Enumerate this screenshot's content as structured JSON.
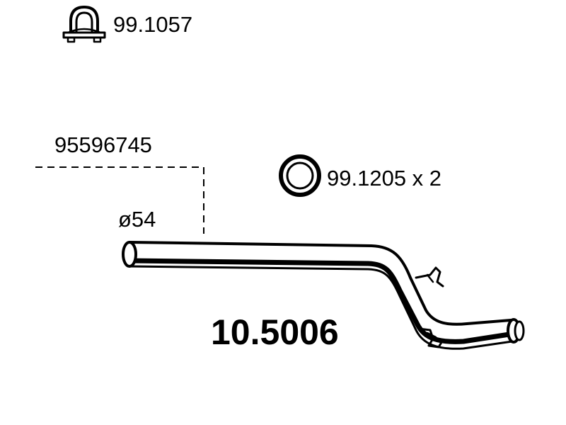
{
  "clamp": {
    "icon": "exhaust-clamp-icon",
    "code": "99.1057"
  },
  "oem_reference": "95596745",
  "ring": {
    "icon": "sealing-ring-icon",
    "code": "99.1205 x 2"
  },
  "pipe": {
    "icon": "exhaust-pipe-icon",
    "diameter": "ø54"
  },
  "part_number": "10.5006",
  "colors": {
    "line": "#000000",
    "background": "#ffffff"
  }
}
